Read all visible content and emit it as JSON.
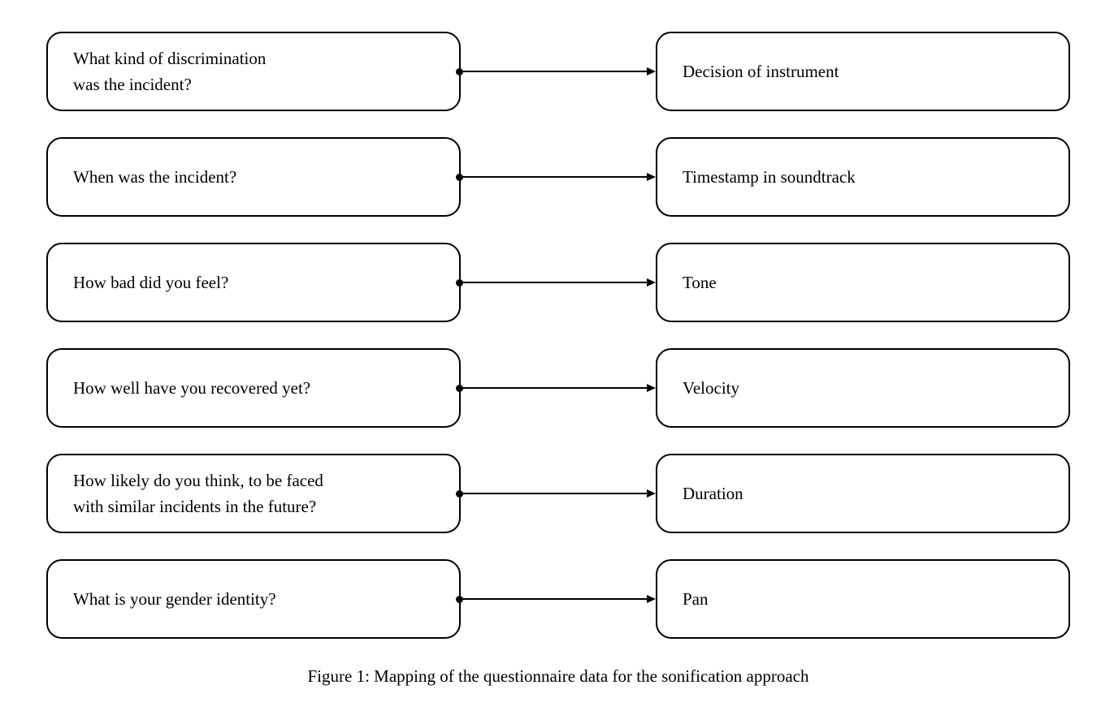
{
  "figure": {
    "caption": "Figure 1: Mapping of the questionnaire data for the sonification approach",
    "colors": {
      "border": "#000000",
      "background": "#ffffff",
      "text": "#000000"
    },
    "rows": [
      {
        "question": "What kind of discrimination\nwas the incident?",
        "mapping": "Decision of instrument"
      },
      {
        "question": "When was the incident?",
        "mapping": "Timestamp in soundtrack"
      },
      {
        "question": "How bad did you feel?",
        "mapping": "Tone"
      },
      {
        "question": "How well have you recovered yet?",
        "mapping": "Velocity"
      },
      {
        "question": "How likely do you think, to be faced\nwith similar incidents in the future?",
        "mapping": "Duration"
      },
      {
        "question": "What is your gender identity?",
        "mapping": "Pan"
      }
    ]
  }
}
